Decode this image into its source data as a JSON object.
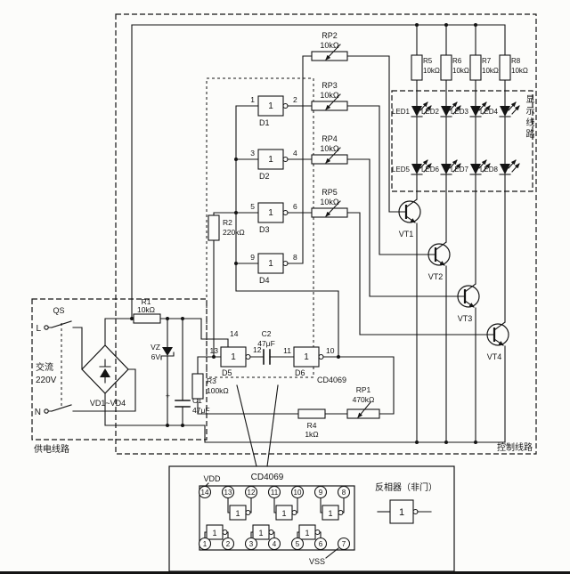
{
  "colors": {
    "ink": "#141414",
    "paper": "#fcfcfa"
  },
  "sections": {
    "power": "供电线路",
    "control": "控制线路",
    "display": "显示线路"
  },
  "power": {
    "switch": "QS",
    "live": "L",
    "neutral": "N",
    "ac": "交流",
    "ac_voltage": "220V",
    "bridge": "VD1~VD4",
    "r1": {
      "name": "R1",
      "value": "10kΩ"
    },
    "vz": {
      "name": "VZ",
      "value": "6V"
    },
    "c1": {
      "name": "C1",
      "value": "47μF",
      "polarity": "+"
    }
  },
  "oscillator": {
    "r2": {
      "name": "R2",
      "value": "220kΩ"
    },
    "r3": {
      "name": "R3",
      "value": "100kΩ"
    },
    "r4": {
      "name": "R4",
      "value": "1kΩ"
    },
    "rp1": {
      "name": "RP1",
      "value": "470kΩ"
    },
    "c2": {
      "name": "C2",
      "value": "47μF"
    },
    "chip": "CD4069"
  },
  "gate_symbol": "1",
  "gates": [
    {
      "name": "D1",
      "pin_in": "1",
      "pin_out": "2"
    },
    {
      "name": "D2",
      "pin_in": "3",
      "pin_out": "4"
    },
    {
      "name": "D3",
      "pin_in": "5",
      "pin_out": "6"
    },
    {
      "name": "D4",
      "pin_in": "9",
      "pin_out": "8"
    },
    {
      "name": "D5",
      "pin_in": "13",
      "pin_out": "12",
      "pin_vdd": "14"
    },
    {
      "name": "D6",
      "pin_in": "11",
      "pin_out": "10"
    }
  ],
  "pots": [
    {
      "name": "RP2",
      "value": "10kΩ"
    },
    {
      "name": "RP3",
      "value": "10kΩ"
    },
    {
      "name": "RP4",
      "value": "10kΩ"
    },
    {
      "name": "RP5",
      "value": "10kΩ"
    }
  ],
  "led_resistors": [
    {
      "name": "R5",
      "value": "10kΩ"
    },
    {
      "name": "R6",
      "value": "10kΩ"
    },
    {
      "name": "R7",
      "value": "10kΩ"
    },
    {
      "name": "R8",
      "value": "10kΩ"
    }
  ],
  "leds": [
    "LED1",
    "LED2",
    "LED3",
    "LED4",
    "LED5",
    "LED6",
    "LED7",
    "LED8"
  ],
  "transistors": [
    "VT1",
    "VT2",
    "VT3",
    "VT4"
  ],
  "pinout": {
    "title": "CD4069",
    "vdd": "VDD",
    "vss": "VSS",
    "inverter_label": "反相器（非门）",
    "top_pins": [
      "14",
      "13",
      "12",
      "11",
      "10",
      "9",
      "8"
    ],
    "bottom_pins": [
      "1",
      "2",
      "3",
      "4",
      "5",
      "6",
      "7"
    ]
  }
}
